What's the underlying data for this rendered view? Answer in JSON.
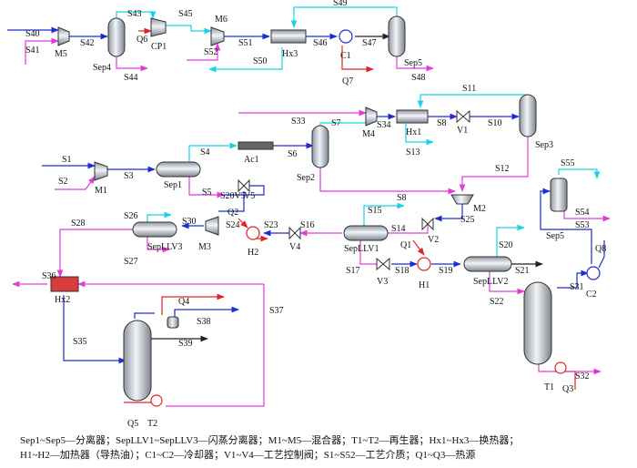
{
  "colors": {
    "blue": "#1f2bd6",
    "cyan": "#19d3e6",
    "magenta": "#e43ad9",
    "red": "#e0222a",
    "dark": "#222222",
    "vessel_grad_light": "#f2f4f7",
    "vessel_grad_dark": "#8f96a0"
  },
  "equipment": {
    "M5": "M5",
    "M6": "M6",
    "M1": "M1",
    "M4": "M4",
    "M2": "M2",
    "M3": "M3",
    "Sep4": "Sep4",
    "Sep1": "Sep1",
    "Sep2": "Sep2",
    "Sep3": "Sep3",
    "Sep5": "Sep5",
    "CP1": "CP1",
    "Hx3": "Hx3",
    "Hx1": "Hx1",
    "Hx2": "Hx2",
    "C1": "C1",
    "C2": "C2",
    "Ac1": "Ac1",
    "V1": "V1",
    "V2": "V2",
    "V3": "V3",
    "V4": "V4",
    "V5": "V5",
    "H1": "H1",
    "H2": "H2",
    "SepLLV1": "SepLLV1",
    "SepLLV2": "SepLLV2",
    "SepLLV3": "SepLLV3",
    "T1": "T1",
    "T2": "T2"
  },
  "streams": {
    "S1": "S1",
    "S2": "S2",
    "S3": "S3",
    "S4": "S4",
    "S5": "S5",
    "S6": "S6",
    "S7": "S7",
    "S8": "S8",
    "S10": "S10",
    "S11": "S11",
    "S12": "S12",
    "S13": "S13",
    "S14": "S14",
    "S15": "S15",
    "S16": "S16",
    "S17": "S17",
    "S18": "S18",
    "S19": "S19",
    "S20": "S20",
    "S21": "S21",
    "S22": "S22",
    "S23": "S23",
    "S24": "S24",
    "S25": "S25",
    "S26": "S26",
    "S27": "S27",
    "S28": "S28",
    "S30": "S30",
    "S31": "S31",
    "S32": "S32",
    "S33": "S33",
    "S34": "S34",
    "S35": "S35",
    "S36": "S36",
    "S37": "S37",
    "S38": "S38",
    "S39": "S39",
    "S40": "S40",
    "S41": "S41",
    "S42": "S42",
    "S43": "S43",
    "S44": "S44",
    "S45": "S45",
    "S46": "S46",
    "S47": "S47",
    "S48": "S48",
    "S49": "S49",
    "S50": "S50",
    "S51": "S51",
    "S52": "S52",
    "S53": "S53",
    "S54": "S54",
    "S55": "S55",
    "S20V5": "S20V5"
  },
  "heat": {
    "Q1": "Q1",
    "Q2": "Q2",
    "Q3": "Q3",
    "Q4": "Q4",
    "Q5": "Q5",
    "Q6": "Q6",
    "Q7": "Q7",
    "Q8": "Q8"
  },
  "legend": {
    "line1": "Sep1~Sep5—分离器；SepLLV1~SepLLV3—闪蒸分离器；M1~M5—混合器；T1~T2—再生器；Hx1~Hx3—换热器；",
    "line2": "H1~H2—加热器（导热油）；C1~C2—冷却器；V1~V4—工艺控制阀；S1~S52—工艺介质；Q1~Q3—热源"
  }
}
